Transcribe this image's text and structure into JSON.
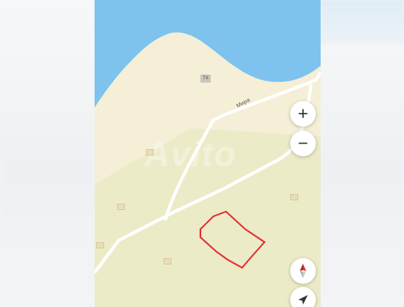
{
  "map": {
    "street_label": "Мира",
    "poi_badge": "Т4",
    "parcel_marker": "land-plot-outline",
    "watermark": "Avito"
  },
  "controls": {
    "zoom_in": "+",
    "zoom_out": "−",
    "compass_icon": "compass-icon",
    "locate_icon": "location-arrow-icon"
  },
  "colors": {
    "water": "#7ec3ee",
    "land": "#f4efd6",
    "green_area": "#ecebc8",
    "road": "#ffffff",
    "parcel_outline": "#e03131"
  }
}
